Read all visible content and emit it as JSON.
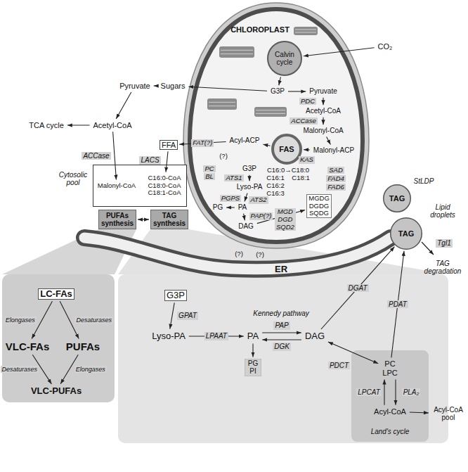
{
  "diagram": {
    "nodes": [
      {
        "text": [
          "CHLOROPLAST"
        ]
      },
      {
        "text": [
          "Calvin cycle"
        ],
        "in": 0
      },
      {
        "text": [
          "G3P"
        ],
        "in": 0
      },
      {
        "text": [
          "Pyruvate"
        ],
        "in": 0
      },
      {
        "text": [
          "Acetyl-CoA"
        ],
        "in": 0
      },
      {
        "text": [
          "Malonyl-CoA"
        ],
        "in": 0
      },
      {
        "text": [
          "FAS"
        ],
        "in": 0
      },
      {
        "text": [
          "Malonyl-ACP"
        ],
        "in": 0
      },
      {
        "text": [
          "Acyl-ACP"
        ],
        "in": 0
      },
      {
        "text": [
          "G3P"
        ],
        "in": 0
      },
      {
        "text": [
          "Lyso-PA"
        ],
        "in": 0
      },
      {
        "text": [
          "PG"
        ],
        "in": 0
      },
      {
        "text": [
          "PA"
        ],
        "in": 0
      },
      {
        "text": [
          "DAG"
        ],
        "in": 0
      },
      {
        "text": [
          "MGDG DGDG SQDG"
        ],
        "in": 0
      },
      {
        "text": [
          "CO₂"
        ]
      },
      {
        "text": [
          "Pyruvate"
        ]
      },
      {
        "text": [
          "Sugars"
        ]
      },
      {
        "text": [
          "TCA cycle"
        ]
      },
      {
        "text": [
          "Acetyl-CoA"
        ]
      },
      {
        "text": [
          "FFA"
        ]
      },
      {
        "text": [
          "Cytosolic pool"
        ]
      },
      {
        "text": [
          "Malonyl-CoA"
        ],
        "in": 21
      },
      {
        "text": [
          "C16:0-CoA C18:0-CoA C18:1-CoA"
        ],
        "in": 21
      },
      {
        "text": [
          "PUFAs synthesis"
        ]
      },
      {
        "text": [
          "TAG synthesis"
        ]
      },
      {
        "text": [
          "TAG"
        ]
      },
      {
        "text": [
          "TAG"
        ]
      },
      {
        "text": [
          "LC-FAs"
        ]
      },
      {
        "text": [
          "VLC-FAs"
        ]
      },
      {
        "text": [
          "PUFAs"
        ]
      },
      {
        "text": [
          "VLC-PUFAs"
        ]
      },
      {
        "text": [
          "G3P"
        ]
      },
      {
        "text": [
          "Lyso-PA"
        ]
      },
      {
        "text": [
          "PA"
        ]
      },
      {
        "text": [
          "DAG"
        ]
      },
      {
        "text": [
          "PG PI"
        ]
      },
      {
        "text": [
          "Land's cycle"
        ]
      },
      {
        "text": [
          "PC LPC"
        ],
        "in": 37
      },
      {
        "text": [
          "Acyl-CoA"
        ],
        "in": 37
      },
      {
        "text": [
          "Acyl-CoA pool"
        ]
      }
    ],
    "edges": [
      {
        "from": 15,
        "to": 1,
        "arrow": "to"
      },
      {
        "from": 1,
        "to": 2,
        "arrow": "to"
      },
      {
        "from": 2,
        "to": 3,
        "arrow": "to"
      },
      {
        "from": 3,
        "to": 4,
        "arrow": "to",
        "label": "PDC"
      },
      {
        "from": 4,
        "to": 5,
        "arrow": "to",
        "label": "ACCase"
      },
      {
        "from": 5,
        "to": 7,
        "arrow": "to"
      },
      {
        "from": 7,
        "to": 6,
        "arrow": "to",
        "label": "KAS"
      },
      {
        "from": 6,
        "to": 8,
        "arrow": "to"
      },
      {
        "from": 8,
        "to": 20,
        "arrow": "to",
        "label": "FAT(?)"
      },
      {
        "from": 2,
        "to": 17,
        "arrow": "to"
      },
      {
        "from": 17,
        "to": 16,
        "arrow": "to"
      },
      {
        "from": 16,
        "to": 19,
        "arrow": "to"
      },
      {
        "from": 19,
        "to": 18,
        "arrow": "to"
      },
      {
        "from": 19,
        "to": 22,
        "arrow": "to",
        "label": "ACCase"
      },
      {
        "from": 20,
        "to": 23,
        "arrow": "to",
        "label": "LACS"
      },
      {
        "from": 9,
        "to": 10,
        "arrow": "to",
        "label": "ATS1"
      },
      {
        "from": 10,
        "to": 12,
        "arrow": "to",
        "label": "ATS2"
      },
      {
        "from": 12,
        "to": 11,
        "arrow": "to",
        "label": "PGPS"
      },
      {
        "from": 12,
        "to": 13,
        "arrow": "to",
        "label": "PAP(?)"
      },
      {
        "from": 13,
        "to": 14,
        "arrow": "to",
        "label": "MGD DGD SQD2"
      },
      {
        "from": 24,
        "to": 25,
        "arrow": "both"
      },
      {
        "from": 28,
        "to": 29,
        "arrow": "to",
        "label": "Elongases"
      },
      {
        "from": 28,
        "to": 30,
        "arrow": "to",
        "label": "Desaturases"
      },
      {
        "from": 29,
        "to": 31,
        "arrow": "to",
        "label": "Desaturases"
      },
      {
        "from": 30,
        "to": 31,
        "arrow": "to",
        "label": "Elongases"
      },
      {
        "from": 32,
        "to": 33,
        "arrow": "to",
        "label": "GPAT"
      },
      {
        "from": 33,
        "to": 34,
        "arrow": "to",
        "label": "LPAAT"
      },
      {
        "from": 34,
        "to": 35,
        "arrow": "to",
        "label": "PAP"
      },
      {
        "from": 35,
        "to": 34,
        "arrow": "to",
        "label": "DGK"
      },
      {
        "from": 34,
        "to": 36,
        "arrow": "to"
      },
      {
        "from": 35,
        "to": 27,
        "arrow": "to",
        "label": "DGAT"
      },
      {
        "from": 38,
        "to": 27,
        "arrow": "to",
        "label": "PDAT"
      },
      {
        "from": 39,
        "to": 38,
        "arrow": "to",
        "label": "LPCAT"
      },
      {
        "from": 38,
        "to": 39,
        "arrow": "to",
        "label": "PLA₂"
      },
      {
        "from": 35,
        "to": 38,
        "arrow": "both",
        "label": "PDCT"
      },
      {
        "from": 39,
        "to": 40,
        "arrow": "to"
      }
    ],
    "labels": [
      "C16:0→C18:0",
      "C16:1",
      "C18:1",
      "C16:2",
      "C16:3",
      "SAD",
      "FAD4",
      "FAD6",
      "PC",
      "BL",
      "(?)",
      "(?)",
      "(?)",
      "ER",
      "StLDP",
      "Lipid droplets",
      "Tgl1",
      "TAG degradation",
      "Kennedy pathway"
    ]
  }
}
